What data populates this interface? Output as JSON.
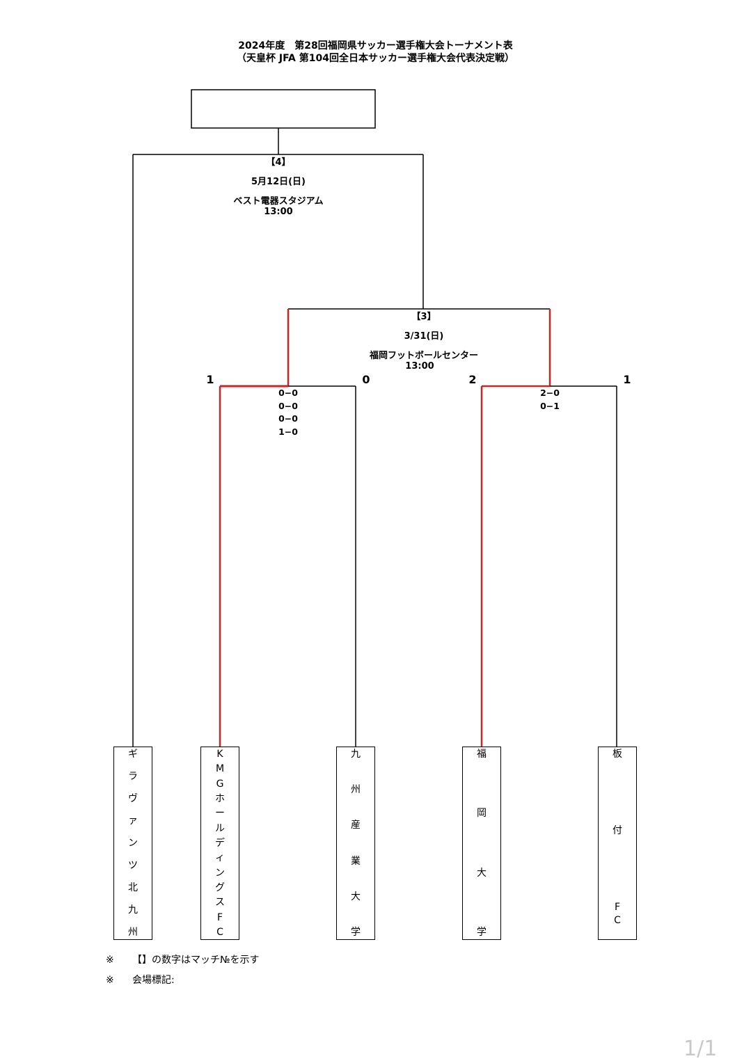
{
  "title": {
    "line1": "2024年度　第28回福岡県サッカー選手権大会トーナメント表",
    "line2": "（天皇杯 JFA 第104回全日本サッカー選手権大会代表決定戦）"
  },
  "final": {
    "match_no": "【4】",
    "date": "5月12日(日)",
    "venue": "ベスト電器スタジアム",
    "time": "13:00"
  },
  "semi": {
    "match_no": "【3】",
    "date": "3/31(日)",
    "venue": "福岡フットボールセンター",
    "time": "13:00"
  },
  "qf1": {
    "score_left": "1",
    "score_right": "0",
    "details": [
      "0−0",
      "0−0",
      "0−0",
      "1−0"
    ]
  },
  "qf2": {
    "score_left": "2",
    "score_right": "1",
    "details": [
      "2−0",
      "0−1"
    ]
  },
  "teams": [
    {
      "name": "ギラヴァンツ北九州",
      "chars": [
        "ギ",
        "ラ",
        "ヴ",
        "ァ",
        "ン",
        "ツ",
        "北",
        "九",
        "州"
      ]
    },
    {
      "name": "KMGホールディングスFC",
      "chars": [
        "K",
        "M",
        "G",
        "ホ",
        "ー",
        "ル",
        "デ",
        "ィ",
        "ン",
        "グ",
        "ス",
        "F",
        "C"
      ]
    },
    {
      "name": "九州産業大学",
      "chars": [
        "九",
        "州",
        "産",
        "業",
        "大",
        "学"
      ]
    },
    {
      "name": "福岡大学",
      "chars": [
        "福",
        "岡",
        "大",
        "学"
      ]
    },
    {
      "name": "板付FC",
      "chars": [
        "板",
        "付",
        "F",
        "C"
      ]
    }
  ],
  "notes": {
    "mark": "※",
    "line1": "【】の数字はマッチ№を示す",
    "line2": "会場標記:"
  },
  "page_indicator": "1/1",
  "colors": {
    "winner_line": "#c62828",
    "line": "#000000"
  }
}
